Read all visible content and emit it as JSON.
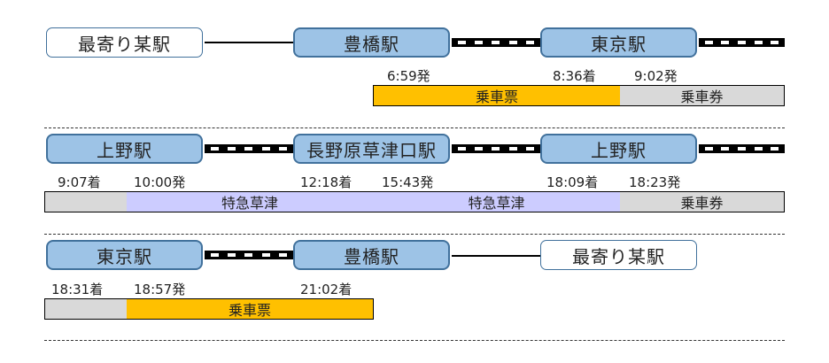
{
  "colors": {
    "station_fill": "#9dc3e6",
    "station_border": "#41719c",
    "home_fill": "#ffffff",
    "ticket_ordinary": "#ffc000",
    "ticket_limited_express": "#ccccff",
    "ticket_other": "#d9d9d9"
  },
  "rows": [
    {
      "stations": [
        "最寄り某駅",
        "豊橋駅",
        "東京駅"
      ],
      "times": [
        "6:59発",
        "8:36着",
        "9:02発"
      ],
      "segments": [
        "",
        "乗車票",
        "乗車券"
      ]
    },
    {
      "stations": [
        "上野駅",
        "長野原草津口駅",
        "上野駅"
      ],
      "times": [
        "9:07着",
        "10:00発",
        "12:18着",
        "15:43発",
        "18:09着",
        "18:23発"
      ],
      "segments": [
        "",
        "特急草津",
        "特急草津",
        "乗車券"
      ]
    },
    {
      "stations": [
        "東京駅",
        "豊橋駅",
        "最寄り某駅"
      ],
      "times": [
        "18:31着",
        "18:57発",
        "21:02着"
      ],
      "segments": [
        "",
        "乗車票"
      ]
    }
  ]
}
